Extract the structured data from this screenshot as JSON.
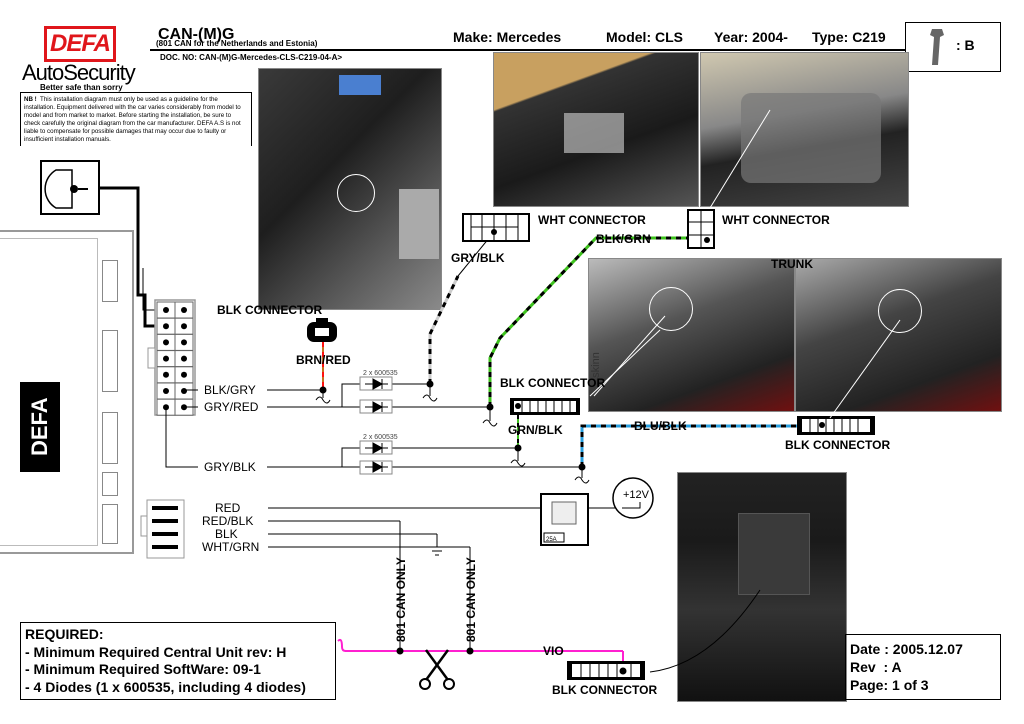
{
  "header": {
    "logo_brand": "DEFA",
    "logo_sub": "AutoSecurity",
    "logo_tagline": "Better safe than sorry",
    "title": "CAN-(M)G",
    "subtitle": "(801 CAN for the Netherlands and Estonia)",
    "doc_no": "DOC. NO: CAN-(M)G-Mercedes-CLS-C219-04-A>",
    "make": "Make:  Mercedes",
    "model": "Model: CLS",
    "year": "Year: 2004-",
    "type": "Type: C219",
    "level": ": B",
    "level_icon": "wrench-icon"
  },
  "notice": {
    "nb": "NB !",
    "text": "This installation diagram must only be used as a guideline for the installation. Equipment delivered with the car varies considerably from model to model and from market to market. Before starting the installation, be sure to check carefully the original diagram from the car manufacturer. DEFA  A.S is not liable to compensate  for possible damages that may occur due to faulty or insufficient installation manuals."
  },
  "unit": {
    "brand": "DEFA"
  },
  "labels": {
    "blk_connector_1": "BLK CONNECTOR",
    "brn_red": "BRN/RED",
    "blk_gry": "BLK/GRY",
    "gry_red": "GRY/RED",
    "gry_blk_left": "GRY/BLK",
    "diode_1": "2 x 600535",
    "diode_2": "2 x 600535",
    "wht_connector_1": "WHT CONNECTOR",
    "wht_connector_2": "WHT CONNECTOR",
    "gry_blk_top": "GRY/BLK",
    "blk_grn": "BLK/GRN",
    "trunk": "TRUNK",
    "blk_connector_2": "BLK CONNECTOR",
    "grn_blk": "GRN/BLK",
    "blu_blk": "BLU/BLK",
    "blk_connector_3": "BLK CONNECTOR",
    "red": "RED",
    "red_blk": "RED/BLK",
    "blk": "BLK",
    "wht_grn": "WHT/GRN",
    "plus12v": "+12V",
    "fuse": "25A",
    "can_only_1": "801 CAN ONLY",
    "can_only_2": "801 CAN ONLY",
    "vio": "VIO",
    "blk_connector_4": "BLK CONNECTOR",
    "photo_watermark": "skinn"
  },
  "required": {
    "title": "REQUIRED:",
    "items": [
      "- Minimum Required Central Unit rev: H",
      "- Minimum Required SoftWare: 09-1",
      "- 4 Diodes (1 x 600535, including 4 diodes)"
    ]
  },
  "footer": {
    "date": "Date : 2005.12.07",
    "rev": "Rev  : A",
    "page": "Page: 1 of 3"
  },
  "colors": {
    "brand_red": "#e0161b",
    "wire_green": "#3ec21e",
    "wire_blue": "#2aa0e0",
    "wire_violet": "#ff20d0",
    "wire_red": "#ff1010",
    "wire_brown": "#c87020"
  }
}
